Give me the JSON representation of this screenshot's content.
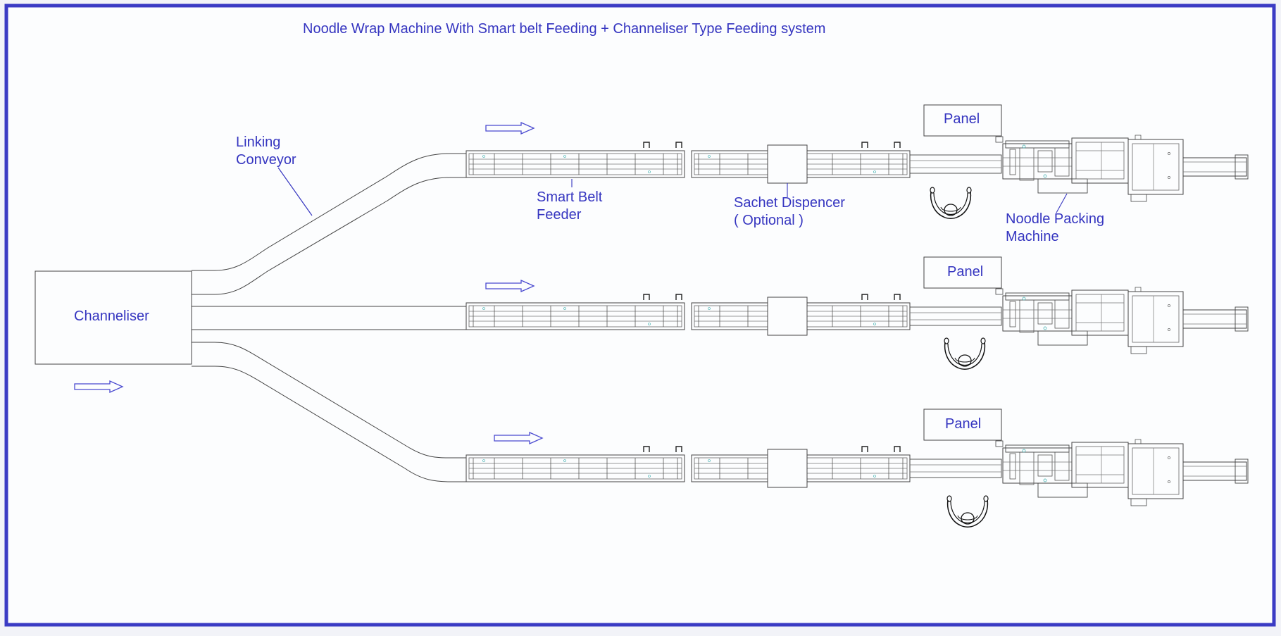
{
  "title": "Noodle Wrap Machine With Smart belt Feeding + Channeliser Type Feeding system",
  "labels": {
    "channeliser": "Channeliser",
    "linking_conveyor_line1": "Linking",
    "linking_conveyor_line2": "Conveyor",
    "smart_belt_line1": "Smart Belt",
    "smart_belt_line2": "Feeder",
    "sachet_line1": "Sachet Dispencer",
    "sachet_line2": "( Optional )",
    "packing_line1": "Noodle Packing",
    "packing_line2": "Machine"
  },
  "panels": [
    {
      "label": "Panel"
    },
    {
      "label": "Panel"
    },
    {
      "label": "Panel"
    }
  ],
  "colors": {
    "frame": "#3b3bc4",
    "text": "#3535c0",
    "line": "#444444",
    "arrow": "#4a4ad0",
    "background": "#fcfdfe"
  }
}
